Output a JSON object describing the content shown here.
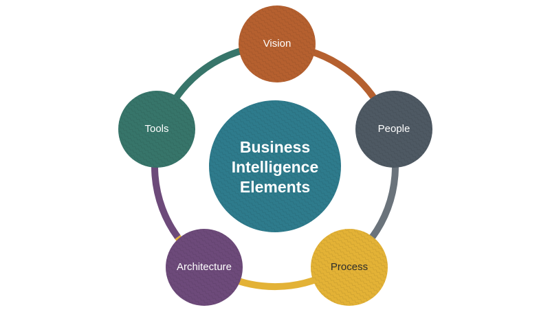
{
  "center": {
    "lines": [
      "Business",
      "Intelligence",
      "Elements"
    ],
    "color": "#2e7b8c"
  },
  "nodes": [
    {
      "label": "Vision",
      "color": "#b5602f"
    },
    {
      "label": "People",
      "color": "#4e5963"
    },
    {
      "label": "Process",
      "color": "#e3b236"
    },
    {
      "label": "Architecture",
      "color": "#6d4a7a"
    },
    {
      "label": "Tools",
      "color": "#37756a"
    }
  ],
  "ring_segments": [
    {
      "from": "Vision",
      "to": "People",
      "color": "#b5602f"
    },
    {
      "from": "People",
      "to": "Process",
      "color": "#6a737b"
    },
    {
      "from": "Process",
      "to": "Architecture",
      "color": "#e3b236"
    },
    {
      "from": "Architecture",
      "to": "Tools",
      "color": "#6d4a7a"
    },
    {
      "from": "Tools",
      "to": "Vision",
      "color": "#37756a"
    }
  ]
}
